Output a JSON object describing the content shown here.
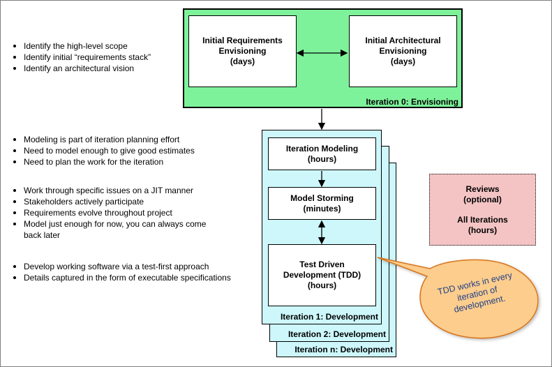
{
  "envisioning": {
    "requirements_box": [
      "Initial Requirements",
      "Envisioning",
      "(days)"
    ],
    "architectural_box": [
      "Initial Architectural",
      "Envisioning",
      "(days)"
    ],
    "iteration_label": "Iteration 0: Envisioning"
  },
  "development": {
    "iteration_modeling_box": [
      "Iteration Modeling",
      "(hours)"
    ],
    "model_storming_box": [
      "Model Storming",
      "(minutes)"
    ],
    "tdd_box": [
      "Test Driven",
      "Development (TDD)",
      "(hours)"
    ],
    "iteration_labels": [
      "Iteration 1: Development",
      "Iteration 2: Development",
      "Iteration n: Development"
    ]
  },
  "reviews": {
    "title_lines": [
      "Reviews",
      "(optional)"
    ],
    "subtitle_lines": [
      "All Iterations",
      "(hours)"
    ]
  },
  "bullet_groups": [
    [
      "Identify the high-level scope",
      "Identify initial “requirements stack”",
      "Identify an architectural vision"
    ],
    [
      "Modeling is part of iteration planning effort",
      "Need to model enough to give good estimates",
      "Need to plan the work for the iteration"
    ],
    [
      "Work through specific issues on a JIT manner",
      "Stakeholders actively participate",
      "Requirements evolve throughout project",
      "Model just enough for now, you can always come back later"
    ],
    [
      "Develop working software via a test-first approach",
      "Details captured in the form of executable specifications"
    ]
  ],
  "callout": {
    "text": "TDD works in every iteration of development."
  },
  "colors": {
    "envisioning_fill": "#7ef29a",
    "iteration_fill": "#cdf7fb",
    "reviews_fill": "#f4c4c4",
    "callout_fill": "#fccd8c",
    "callout_border": "#d7731a",
    "callout_text": "#1f3f8a"
  }
}
